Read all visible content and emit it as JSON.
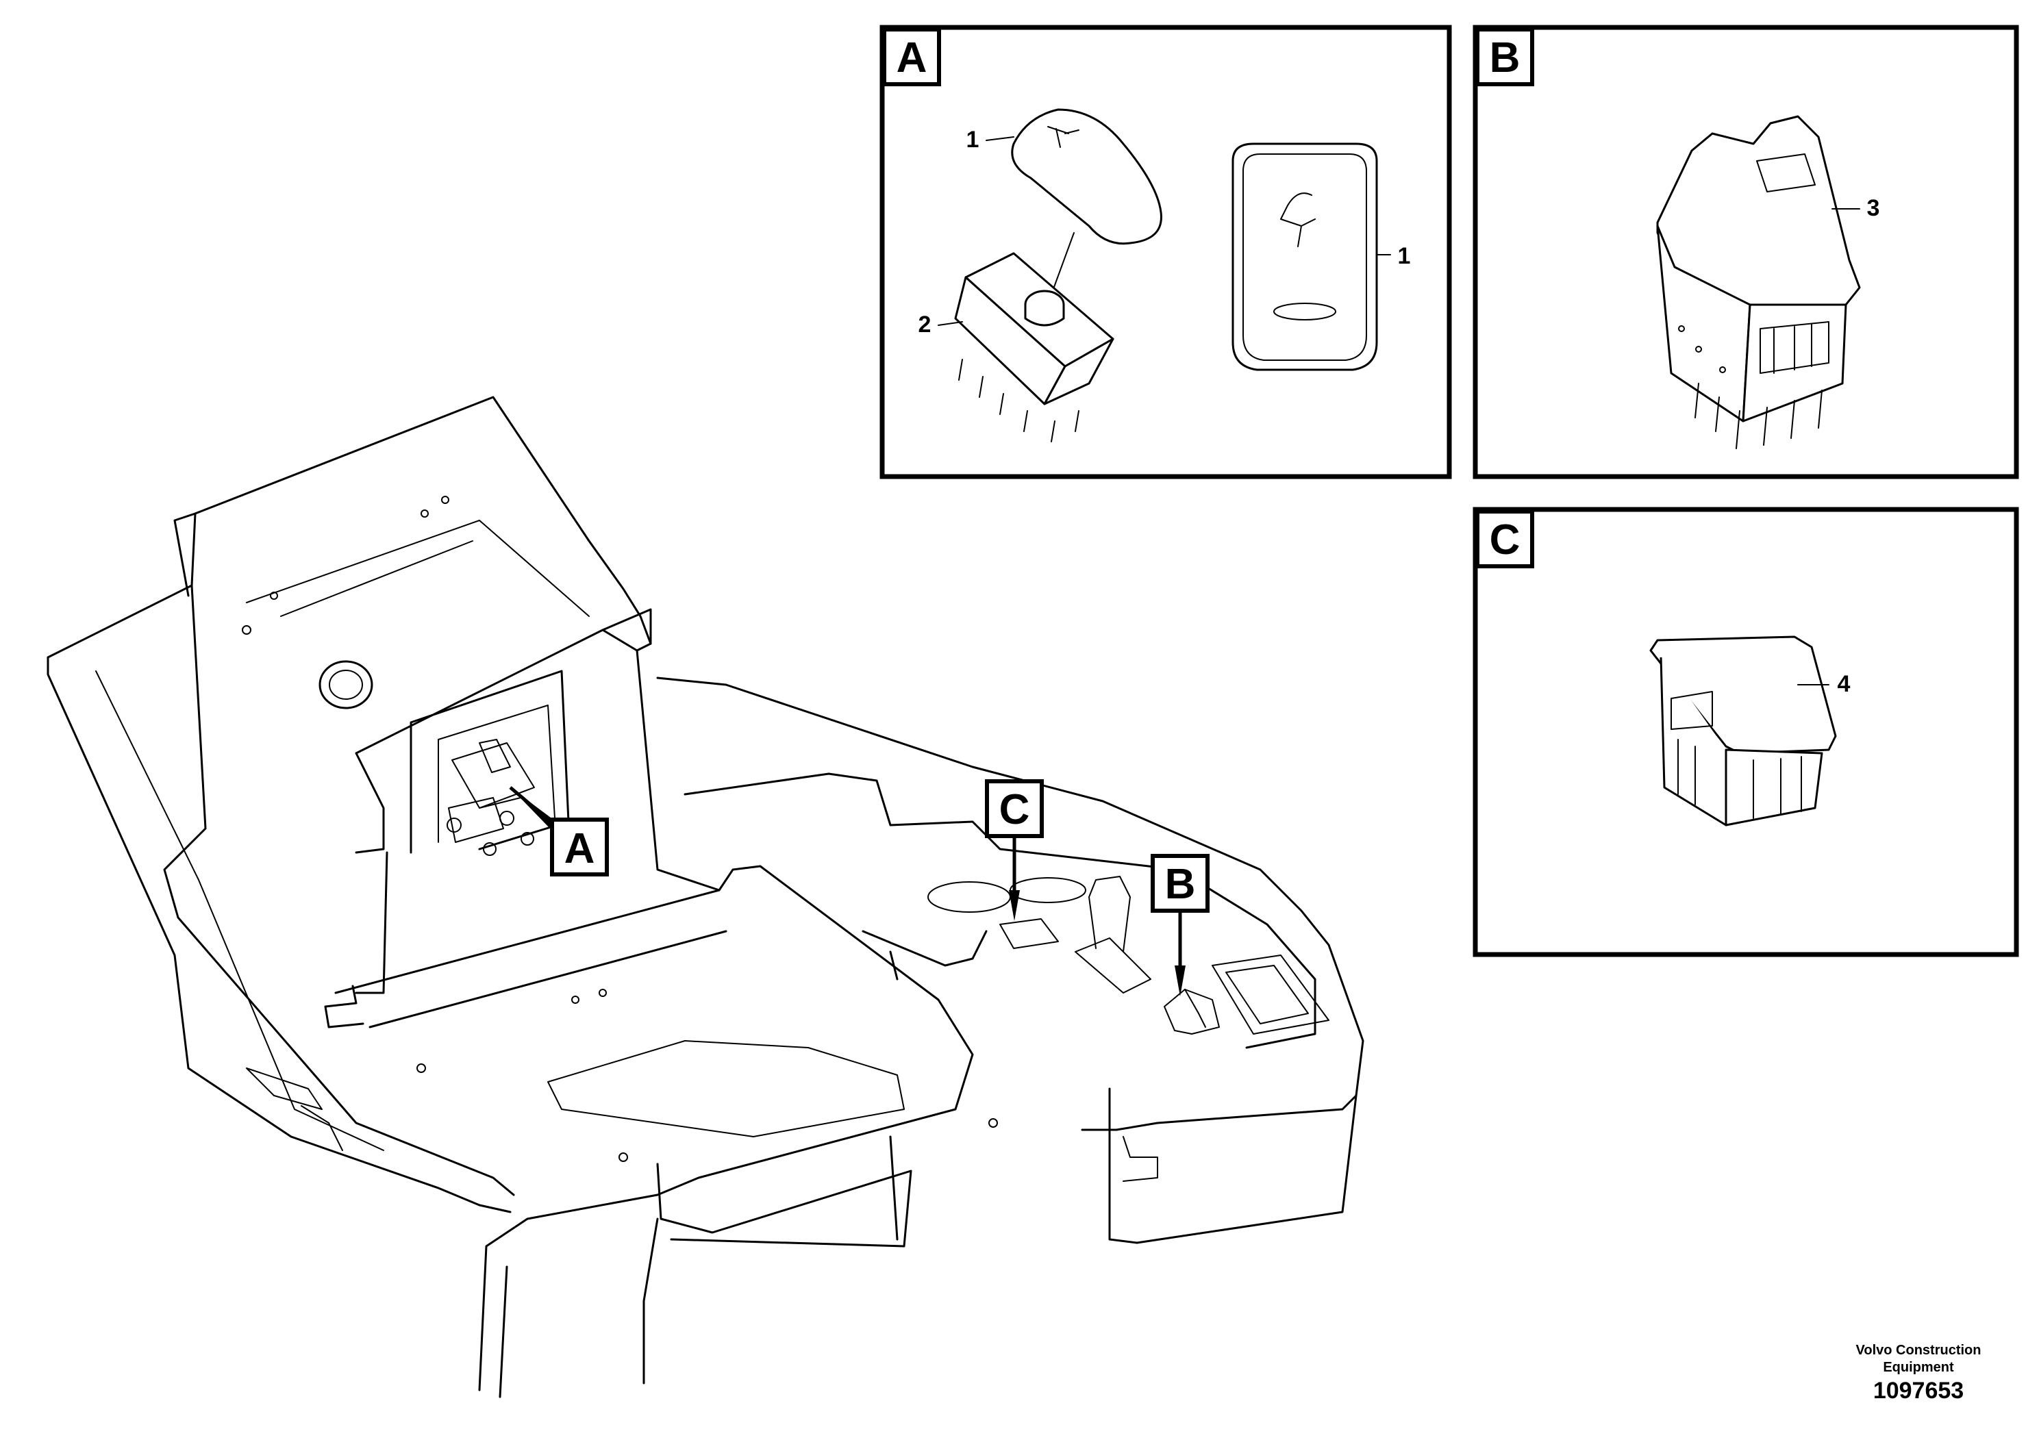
{
  "callouts": {
    "panel_a": "A",
    "panel_b": "B",
    "panel_c": "C",
    "pointer_a": "A",
    "pointer_b": "B",
    "pointer_c": "C"
  },
  "part_numbers": {
    "a_rocker_cap": "1",
    "a_switch_body": "2",
    "a_front_view": "1",
    "b_switch": "3",
    "c_switch": "4"
  },
  "footer": {
    "company_line1": "Volvo Construction",
    "company_line2": "Equipment",
    "drawing_number": "1097653"
  }
}
